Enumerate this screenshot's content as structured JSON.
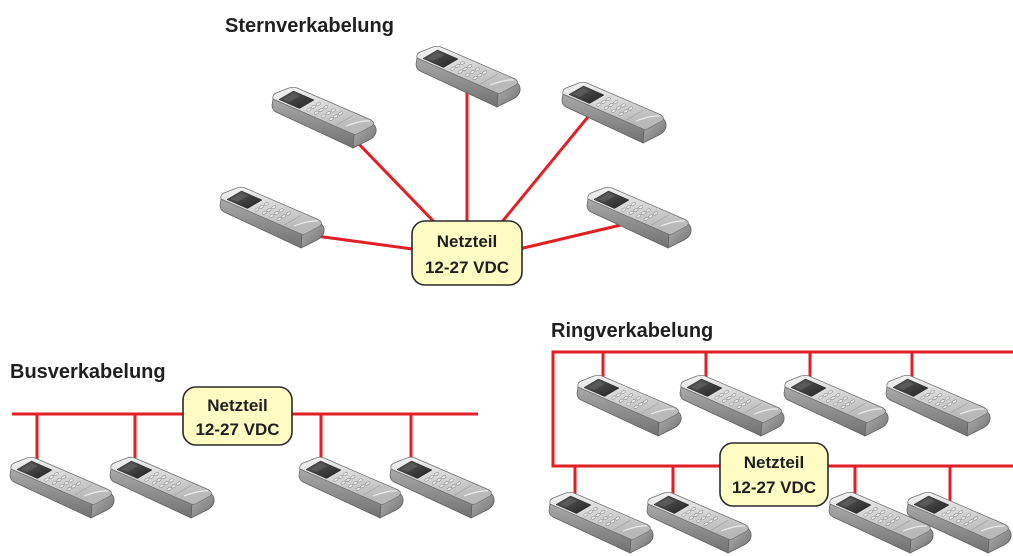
{
  "diagram": {
    "star": {
      "title": "Sternverkabelung"
    },
    "bus": {
      "title": "Busverkabelung"
    },
    "ring": {
      "title": "Ringverkabelung"
    },
    "power_supply": {
      "label": "Netzteil",
      "voltage": "12-27 VDC"
    }
  },
  "icons": {
    "device": "terminal-device-icon"
  },
  "colors": {
    "cable": "#e31e24",
    "power_box_fill": "#fefbc3",
    "power_box_border": "#2b2b2b",
    "text": "#1f1f1f"
  }
}
